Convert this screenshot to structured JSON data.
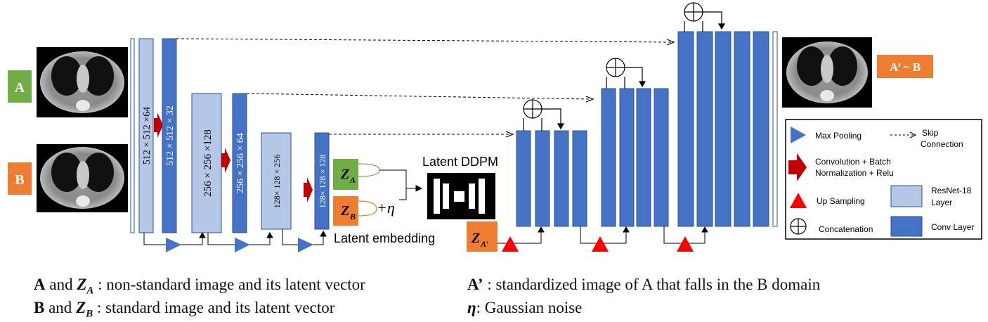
{
  "inputs": {
    "a_label": "A",
    "b_label": "B",
    "output_label": "A’ ~ B"
  },
  "encoder": {
    "layer1_resnet": "512 × 512 ×64",
    "layer1_conv": "512 × 512 × 32",
    "layer2_resnet": "256 × 256 ×128",
    "layer2_conv": "256 × 256 × 64",
    "layer3_resnet": "128× 128 × 256",
    "layer3_conv": "128× 128 × 128"
  },
  "latent": {
    "ddpm_label": "Latent DDPM",
    "embedding_label": "Latent embedding",
    "za": "Z",
    "za_sub": "A",
    "zb": "Z",
    "zb_sub": "B",
    "za_prime": "Z",
    "za_prime_sub": "A′",
    "noise": "+η"
  },
  "legend": {
    "max_pooling": "Max Pooling",
    "skip_connection_1": "Skip",
    "skip_connection_2": "Connection",
    "conv_1": "Convolution + Batch",
    "conv_2": "Normalization + Relu",
    "up_sampling": "Up Sampling",
    "resnet_1": "ResNet-18",
    "resnet_2": "Layer",
    "concatenation": "Concatenation",
    "conv_layer": "Conv Layer"
  },
  "captions": {
    "line1_a": "A",
    "line1_and": " and ",
    "line1_z": "Z",
    "line1_sub": "A",
    "line1_text": " : non-standard image and its latent vector",
    "line2_b": "B",
    "line2_and": " and ",
    "line2_z": "Z",
    "line2_sub": "B",
    "line2_text": " : standard image and its latent vector",
    "line3_a": "A’",
    "line3_text": " : standardized image of A that falls in the B domain",
    "line4_eta": "η",
    "line4_text": ": Gaussian noise"
  },
  "colors": {
    "input_a": "#70ad47",
    "input_b": "#ed7d31",
    "resnet": "#b4c7e7",
    "conv": "#4472c4",
    "arrow_red": "#c00000",
    "upsample_red": "#ff0000",
    "pool_blue": "#4472c4"
  }
}
